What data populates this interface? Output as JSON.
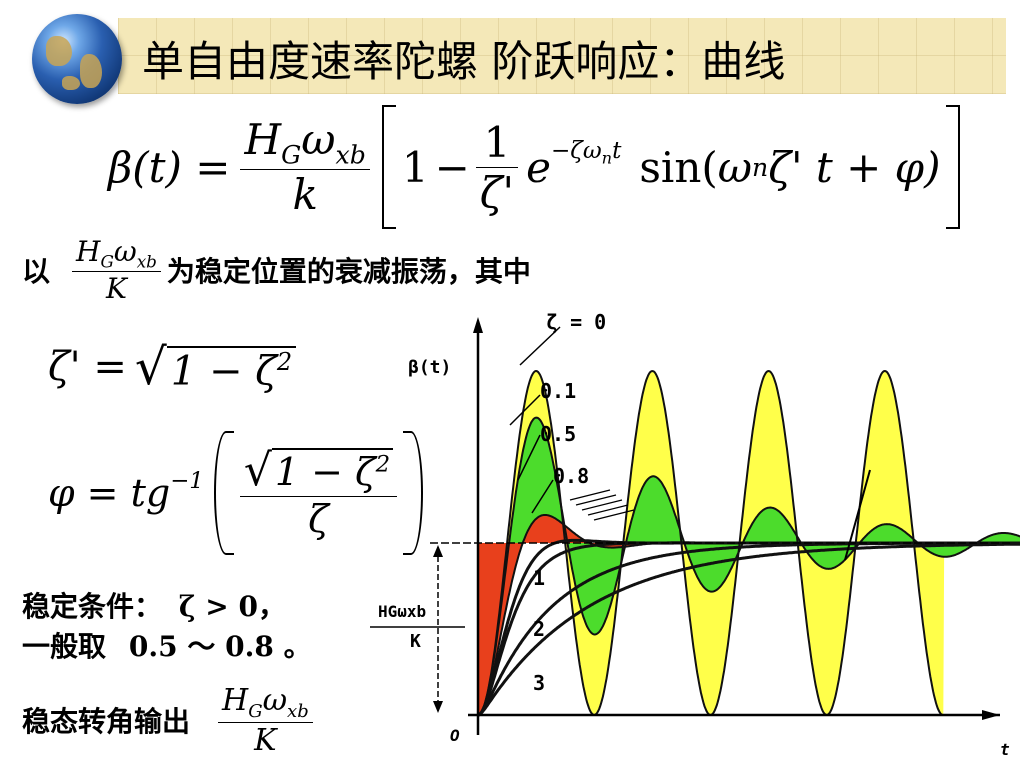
{
  "title": "单自由度速率陀螺 阶跃响应：曲线",
  "formula_main": {
    "lhs": "β(t) =",
    "num_H": "H",
    "num_G": "G",
    "num_omega": "ω",
    "num_xb": "xb",
    "den_k": "k",
    "one": "1",
    "minus": "−",
    "inner_num": "1",
    "inner_den": "ζ'",
    "e": "e",
    "exp": "−ζω",
    "exp_n": "n",
    "exp_t": "t",
    "sin": "sin(",
    "omega": "ω",
    "omega_n": "n",
    "zeta_t": "ζ' t + φ)"
  },
  "line_yi": {
    "prefix": "以",
    "H": "H",
    "G": "G",
    "omega": "ω",
    "xb": "xb",
    "K": "K",
    "suffix": "为稳定位置的衰减振荡，其中"
  },
  "formula_zeta": {
    "lhs": "ζ' =",
    "rad": "1 − ζ",
    "pow": "2"
  },
  "formula_phi": {
    "lhs": "φ = tg",
    "pow": "−1",
    "rad": "1 − ζ",
    "rad_pow": "2",
    "den": "ζ"
  },
  "condition": {
    "line1": "稳定条件：",
    "line1_math": "ζ > 0，",
    "line2": "一般取",
    "line2_math": "0.5 ～ 0.8 。"
  },
  "steady": {
    "label": "稳态转角输出",
    "H": "H",
    "G": "G",
    "omega": "ω",
    "xb": "xb",
    "K": "K"
  },
  "chart_data": {
    "type": "line",
    "ylabel": "β(t)",
    "xlabel": "t",
    "origin_label": "O",
    "level_label_num": "HGωxb",
    "level_label_den": "K",
    "annotations": [
      "ζ = 0",
      "0.1",
      "0.5",
      "0.8",
      "1",
      "2",
      "3"
    ],
    "series": [
      {
        "label": "ζ = 0",
        "zeta": 0,
        "color": "#ffff4a"
      },
      {
        "label": "0.1",
        "zeta": 0.1,
        "color": "#4cdc2c"
      },
      {
        "label": "0.5",
        "zeta": 0.5,
        "color": "#e8401c"
      },
      {
        "label": "0.8",
        "zeta": 0.8,
        "color": "#111111"
      },
      {
        "label": "1",
        "zeta": 1,
        "color": "#111111"
      },
      {
        "label": "2",
        "zeta": 2,
        "color": "#111111"
      },
      {
        "label": "3",
        "zeta": 3,
        "color": "#111111"
      }
    ]
  }
}
